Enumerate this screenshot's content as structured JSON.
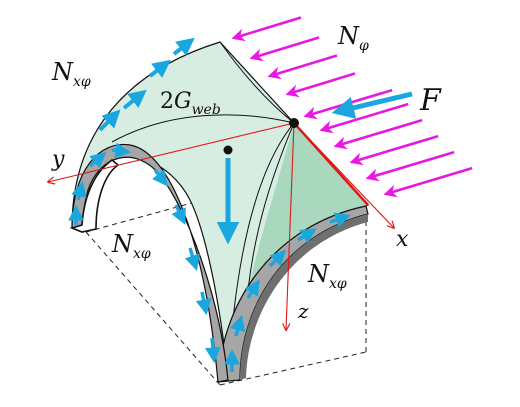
{
  "labels": {
    "n_phi": {
      "main": "N",
      "sub": "φ"
    },
    "n_xphi": {
      "main": "N",
      "sub": "xφ"
    },
    "web_weight": {
      "coef": "2",
      "main": "G",
      "sub": "web"
    },
    "force": "F",
    "axis_x": "x",
    "axis_y": "y",
    "axis_z": "z"
  },
  "colors": {
    "shell_fill": "#d7ede2",
    "shell_side_fill": "#a9d8bf",
    "edge_band": "#a6a6a6",
    "edge_band_dark": "#6f6f6f",
    "shear_arrows": "#1aa7e0",
    "pressure_arrows": "#e619e0",
    "axes": "#e01818",
    "outline": "#111111",
    "dashes": "#222222"
  },
  "pressure_arrow_count": 10
}
